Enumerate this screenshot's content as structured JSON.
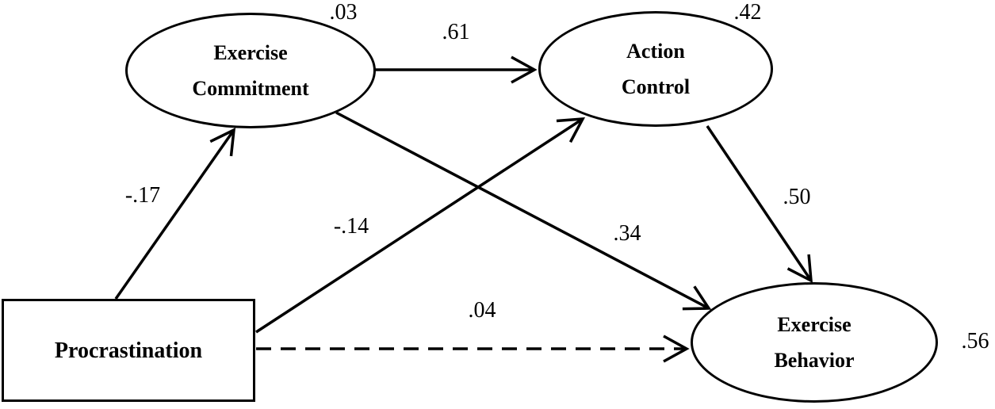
{
  "diagram": {
    "type": "path-model",
    "colors": {
      "stroke": "#000000",
      "background": "#ffffff",
      "text": "#000000"
    },
    "nodes": {
      "procrastination": {
        "shape": "rectangle",
        "label": "Procrastination"
      },
      "exercise_commitment": {
        "shape": "ellipse",
        "lines": [
          "Exercise",
          "Commitment"
        ],
        "r_squared": ".03"
      },
      "action_control": {
        "shape": "ellipse",
        "lines": [
          "Action",
          "Control"
        ],
        "r_squared": ".42"
      },
      "exercise_behavior": {
        "shape": "ellipse",
        "lines": [
          "Exercise",
          "Behavior"
        ],
        "r_squared": ".56"
      }
    },
    "edges": [
      {
        "from": "procrastination",
        "to": "exercise_commitment",
        "value": "-.17",
        "style": "solid"
      },
      {
        "from": "exercise_commitment",
        "to": "action_control",
        "value": ".61",
        "style": "solid"
      },
      {
        "from": "procrastination",
        "to": "action_control",
        "value": "-.14",
        "style": "solid"
      },
      {
        "from": "exercise_commitment",
        "to": "exercise_behavior",
        "value": ".34",
        "style": "solid"
      },
      {
        "from": "action_control",
        "to": "exercise_behavior",
        "value": ".50",
        "style": "solid"
      },
      {
        "from": "procrastination",
        "to": "exercise_behavior",
        "value": ".04",
        "style": "dashed"
      }
    ]
  }
}
